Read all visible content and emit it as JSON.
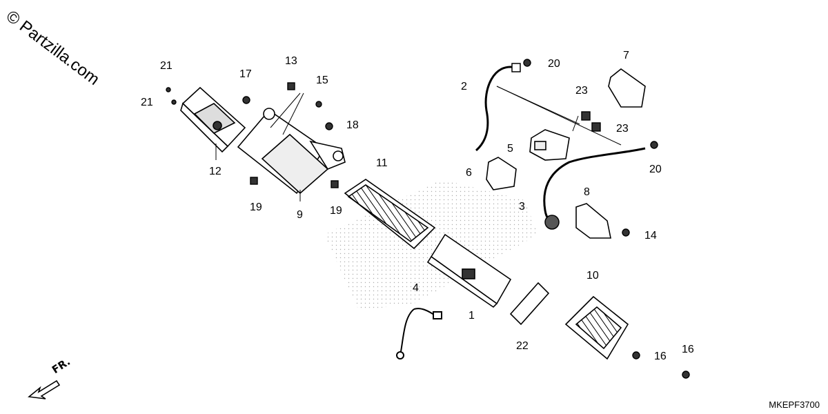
{
  "watermark": "© Partzilla.com",
  "diagram_code": "MKEPF3700",
  "front_marker": "FR.",
  "labels": {
    "p1": "1",
    "p2": "2",
    "p3": "3",
    "p4": "4",
    "p5": "5",
    "p6": "6",
    "p7": "7",
    "p8": "8",
    "p9": "9",
    "p10": "10",
    "p11": "11",
    "p12": "12",
    "p13": "13",
    "p14": "14",
    "p15": "15",
    "p16a": "16",
    "p16b": "16",
    "p17": "17",
    "p18": "18",
    "p19a": "19",
    "p19b": "19",
    "p20a": "20",
    "p20b": "20",
    "p21a": "21",
    "p21b": "21",
    "p22": "22",
    "p23a": "23",
    "p23b": "23"
  }
}
